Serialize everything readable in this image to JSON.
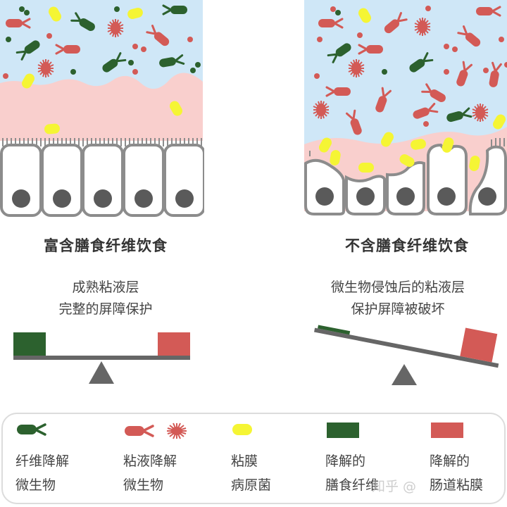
{
  "colors": {
    "lumen": "#cfe7f7",
    "mucus": "#f9cfcd",
    "fiber_microbe": "#2c612e",
    "mucus_microbe": "#d35a56",
    "pathogen": "#f5f534",
    "cell_border": "#8c8c8c",
    "nucleus": "#5a5a5a",
    "seesaw": "#666666"
  },
  "left_panel": {
    "title": "富含膳食纤维饮食",
    "desc_line1": "成熟粘液层",
    "desc_line2": "完整的屏障保护",
    "balance": "balanced"
  },
  "right_panel": {
    "title": "不含膳食纤维饮食",
    "desc_line1": "微生物侵蚀后的粘液层",
    "desc_line2": "保护屏障被破坏",
    "balance": "tilted-right"
  },
  "legend": {
    "items": [
      {
        "icon": "fiber-degrading-microbe-icon",
        "line1": "纤维降解",
        "line2": "微生物"
      },
      {
        "icon": "mucus-degrading-microbe-icon",
        "line1": "粘液降解",
        "line2": "微生物"
      },
      {
        "icon": "pathogen-icon",
        "line1": "粘膜",
        "line2": "病原菌"
      },
      {
        "icon": "degraded-fiber-swatch",
        "line1": "降解的",
        "line2": "膳食纤维"
      },
      {
        "icon": "degraded-mucus-swatch",
        "line1": "降解的",
        "line2": "肠道粘膜"
      }
    ]
  },
  "watermark": "知乎 @"
}
